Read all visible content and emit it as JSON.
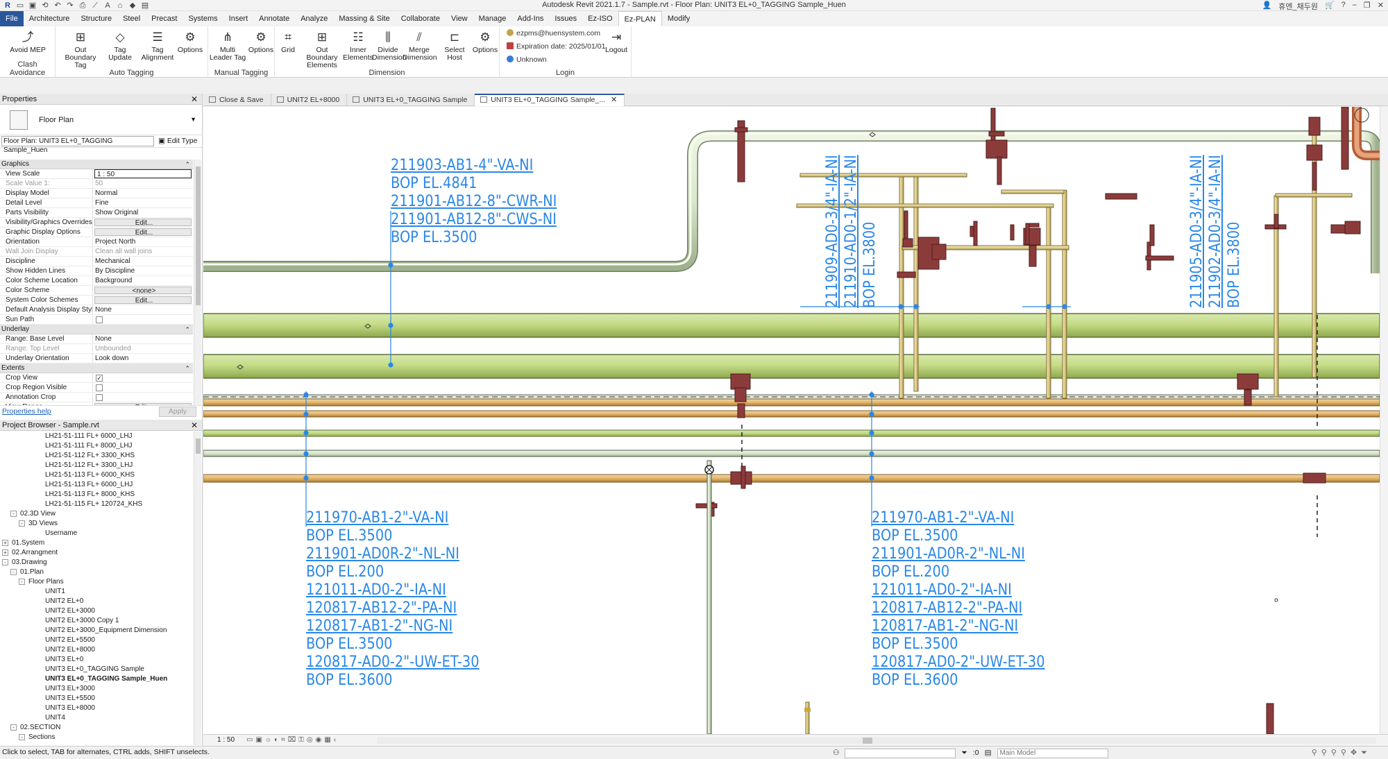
{
  "window": {
    "title": "Autodesk Revit 2021.1.7 - Sample.rvt - Floor Plan: UNIT3 EL+0_TAGGING Sample_Huen",
    "user": "휴엔_채두원"
  },
  "menu": {
    "tabs": [
      "File",
      "Architecture",
      "Structure",
      "Steel",
      "Precast",
      "Systems",
      "Insert",
      "Annotate",
      "Analyze",
      "Massing & Site",
      "Collaborate",
      "View",
      "Manage",
      "Add-Ins",
      "Issues",
      "Ez-ISO",
      "Ez-PLAN",
      "Modify"
    ],
    "active": "Ez-PLAN"
  },
  "ribbon": {
    "clash": {
      "title": "Clash Avoidance",
      "avoid_mep": "Avoid MEP"
    },
    "auto_tagging": {
      "title": "Auto Tagging",
      "out_boundary_tag": "Out Boundary Tag",
      "tag_update": "Tag Update",
      "tag_alignment": "Tag Alignment",
      "options": "Options"
    },
    "manual_tagging": {
      "title": "Manual Tagging",
      "multi_leader_tag": "Multi Leader Tag",
      "options": "Options"
    },
    "dimension": {
      "title": "Dimension",
      "grid": "Grid",
      "out_boundary_elements": "Out Boundary Elements",
      "inner_elements": "Inner Elements",
      "divide_dimension": "Divide Dimension",
      "merge_dimension": "Merge Dimension",
      "select_host": "Select Host",
      "options": "Options"
    },
    "login": {
      "title": "Login",
      "email": "ezpms@huensystem.com",
      "expiration": "Expiration date: 2025/01/01",
      "status": "Unknown",
      "logout": "Logout"
    }
  },
  "properties": {
    "title": "Properties",
    "type_name": "Floor Plan",
    "instance": "Floor Plan: UNIT3 EL+0_TAGGING Sample_Huen",
    "edit_type": "Edit Type",
    "help": "Properties help",
    "apply": "Apply",
    "groups": [
      {
        "name": "Graphics",
        "rows": [
          {
            "k": "View Scale",
            "v": "1 : 50",
            "kind": "input"
          },
          {
            "k": "Scale Value    1:",
            "v": "50",
            "kind": "dim"
          },
          {
            "k": "Display Model",
            "v": "Normal"
          },
          {
            "k": "Detail Level",
            "v": "Fine"
          },
          {
            "k": "Parts Visibility",
            "v": "Show Original"
          },
          {
            "k": "Visibility/Graphics Overrides",
            "v": "Edit...",
            "kind": "btn"
          },
          {
            "k": "Graphic Display Options",
            "v": "Edit...",
            "kind": "btn"
          },
          {
            "k": "Orientation",
            "v": "Project North"
          },
          {
            "k": "Wall Join Display",
            "v": "Clean all wall joins",
            "kind": "dim"
          },
          {
            "k": "Discipline",
            "v": "Mechanical"
          },
          {
            "k": "Show Hidden Lines",
            "v": "By Discipline"
          },
          {
            "k": "Color Scheme Location",
            "v": "Background"
          },
          {
            "k": "Color Scheme",
            "v": "<none>",
            "kind": "btn"
          },
          {
            "k": "System Color Schemes",
            "v": "Edit...",
            "kind": "btn"
          },
          {
            "k": "Default Analysis Display Style",
            "v": "None"
          },
          {
            "k": "Sun Path",
            "v": "",
            "kind": "check"
          }
        ]
      },
      {
        "name": "Underlay",
        "rows": [
          {
            "k": "Range: Base Level",
            "v": "None"
          },
          {
            "k": "Range: Top Level",
            "v": "Unbounded",
            "kind": "dim"
          },
          {
            "k": "Underlay Orientation",
            "v": "Look down"
          }
        ]
      },
      {
        "name": "Extents",
        "rows": [
          {
            "k": "Crop View",
            "v": "✓",
            "kind": "check"
          },
          {
            "k": "Crop Region Visible",
            "v": "",
            "kind": "check"
          },
          {
            "k": "Annotation Crop",
            "v": "",
            "kind": "check"
          },
          {
            "k": "View Range",
            "v": "Edit...",
            "kind": "btn"
          }
        ]
      }
    ]
  },
  "browser": {
    "title": "Project Browser - Sample.rvt",
    "nodes": [
      {
        "t": "LH21-51-111 FL+ 6000_LHJ",
        "l": 5
      },
      {
        "t": "LH21-51-111 FL+ 8000_LHJ",
        "l": 5
      },
      {
        "t": "LH21-51-112 FL+ 3300_KHS",
        "l": 5
      },
      {
        "t": "LH21-51-112 FL+ 3300_LHJ",
        "l": 5
      },
      {
        "t": "LH21-51-113 FL+ 6000_KHS",
        "l": 5
      },
      {
        "t": "LH21-51-113 FL+ 6000_LHJ",
        "l": 5
      },
      {
        "t": "LH21-51-113 FL+ 8000_KHS",
        "l": 5
      },
      {
        "t": "LH21-51-115 FL+ 120724_KHS",
        "l": 5
      },
      {
        "t": "02.3D View",
        "l": 2,
        "tg": "-"
      },
      {
        "t": "3D Views",
        "l": 3,
        "tg": "-"
      },
      {
        "t": "Username",
        "l": 5
      },
      {
        "t": "01.System",
        "l": 1,
        "tg": "+"
      },
      {
        "t": "02.Arrangment",
        "l": 1,
        "tg": "+"
      },
      {
        "t": "03.Drawing",
        "l": 1,
        "tg": "-"
      },
      {
        "t": "01.Plan",
        "l": 2,
        "tg": "-"
      },
      {
        "t": "Floor Plans",
        "l": 3,
        "tg": "-"
      },
      {
        "t": "UNIT1",
        "l": 5
      },
      {
        "t": "UNIT2 EL+0",
        "l": 5
      },
      {
        "t": "UNIT2 EL+3000",
        "l": 5
      },
      {
        "t": "UNIT2 EL+3000 Copy 1",
        "l": 5
      },
      {
        "t": "UNIT2 EL+3000_Equipment Dimension",
        "l": 5
      },
      {
        "t": "UNIT2 EL+5500",
        "l": 5
      },
      {
        "t": "UNIT2 EL+8000",
        "l": 5
      },
      {
        "t": "UNIT3 EL+0",
        "l": 5
      },
      {
        "t": "UNIT3 EL+0_TAGGING Sample",
        "l": 5
      },
      {
        "t": "UNIT3 EL+0_TAGGING Sample_Huen",
        "l": 5,
        "bold": true
      },
      {
        "t": "UNIT3 EL+3000",
        "l": 5
      },
      {
        "t": "UNIT3 EL+5500",
        "l": 5
      },
      {
        "t": "UNIT3 EL+8000",
        "l": 5
      },
      {
        "t": "UNIT4",
        "l": 5
      },
      {
        "t": "02.SECTION",
        "l": 2,
        "tg": "-"
      },
      {
        "t": "Sections",
        "l": 3,
        "tg": "-"
      }
    ]
  },
  "doc_tabs": [
    {
      "label": "Close & Save"
    },
    {
      "label": "UNIT2 EL+8000"
    },
    {
      "label": "UNIT3 EL+0_TAGGING Sample"
    },
    {
      "label": "UNIT3 EL+0_TAGGING Sample_...",
      "active": true
    }
  ],
  "drawing": {
    "tag_top": [
      "211903-AB1-4\"-VA-NI",
      "BOP EL.4841",
      "211901-AB12-8\"-CWR-NI",
      "211901-AB12-8\"-CWS-NI",
      "BOP EL.3500"
    ],
    "tag_v1": [
      "211909-AD0-3/4\"-IA-NI",
      "211910-AD0-1/2\"-IA-NI",
      "BOP EL.3800"
    ],
    "tag_v2": [
      "211905-AD0-3/4\"-IA-NI",
      "211902-AD0-3/4\"-IA-NI",
      "BOP EL.3800"
    ],
    "tag_bottom_left": [
      "211970-AB1-2\"-VA-NI",
      "BOP EL.3500",
      "211901-AD0R-2\"-NL-NI",
      "BOP EL.200",
      "121011-AD0-2\"-IA-NI",
      "120817-AB12-2\"-PA-NI",
      "120817-AB1-2\"-NG-NI",
      "BOP EL.3500",
      "120817-AD0-2\"-UW-ET-30",
      "BOP EL.3600"
    ],
    "tag_bottom_right": [
      "211970-AB1-2\"-VA-NI",
      "BOP EL.3500",
      "211901-AD0R-2\"-NL-NI",
      "BOP EL.200",
      "121011-AD0-2\"-IA-NI",
      "120817-AB12-2\"-PA-NI",
      "120817-AB1-2\"-NG-NI",
      "BOP EL.3500",
      "120817-AD0-2\"-UW-ET-30",
      "BOP EL.3600"
    ]
  },
  "view_scale": "1 : 50",
  "status": {
    "text": "Click to select, TAB for alternates, CTRL adds, SHIFT unselects.",
    "filter": ":0",
    "model": "Main Model"
  }
}
